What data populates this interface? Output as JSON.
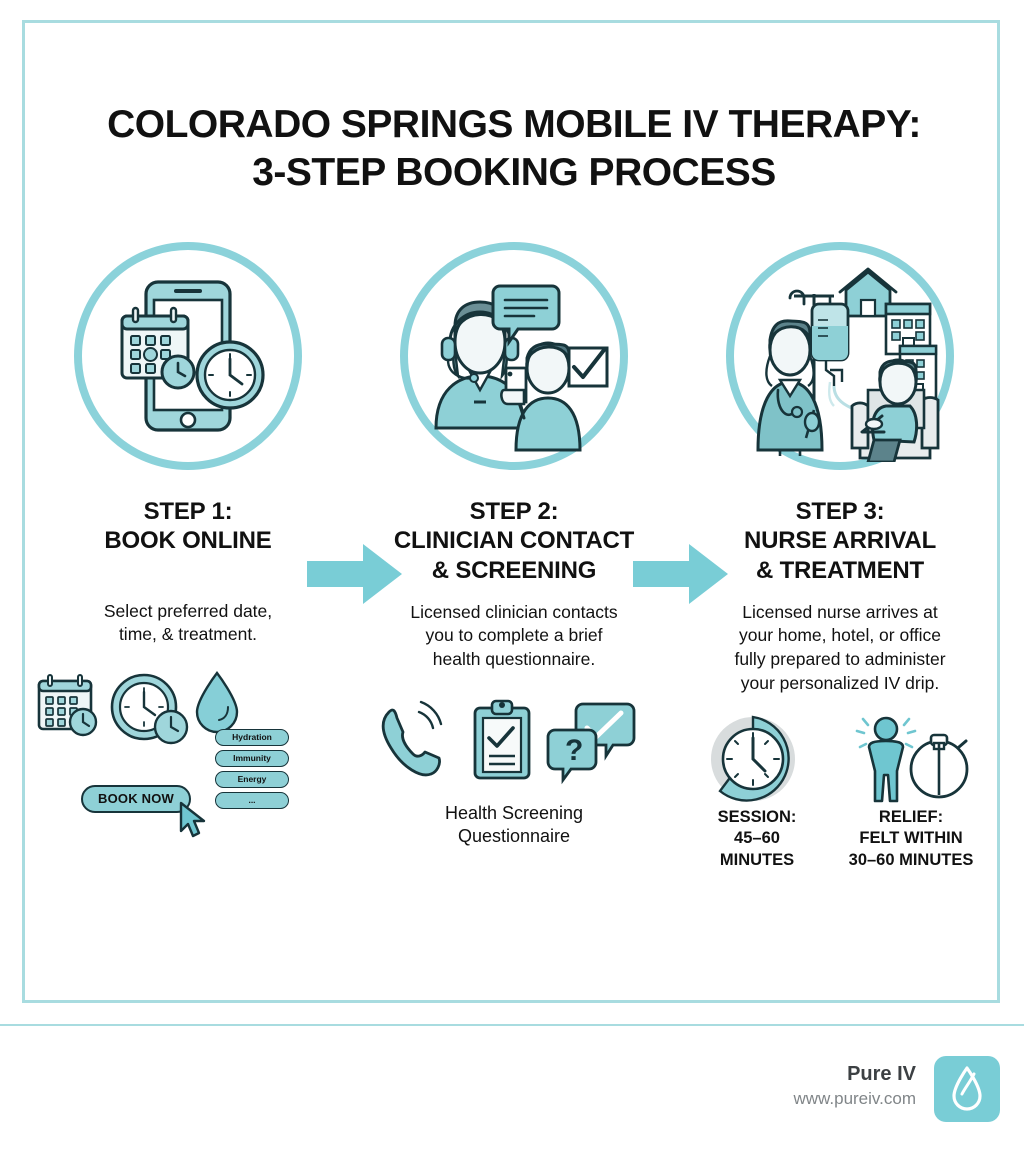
{
  "colors": {
    "teal": "#79cdd6",
    "teal_light": "#a8dce0",
    "teal_mid": "#8ed0d6",
    "ink": "#17343a",
    "text": "#111111",
    "brand_gray": "#3c4043",
    "url_gray": "#808588"
  },
  "title": {
    "line1": "COLORADO SPRINGS MOBILE IV THERAPY:",
    "line2": "3-STEP BOOKING PROCESS"
  },
  "steps": [
    {
      "heading_line1": "STEP 1:",
      "heading_line2": "BOOK ONLINE",
      "heading_line3": "",
      "desc_line1": "Select preferred date,",
      "desc_line2": "time, & treatment.",
      "desc_line3": "",
      "illustration": "phone-calendar-clock",
      "cta_label": "BOOK NOW",
      "treatment_pills": [
        "Hydration",
        "Immunity",
        "Energy",
        "..."
      ]
    },
    {
      "heading_line1": "STEP 2:",
      "heading_line2": "CLINICIAN CONTACT",
      "heading_line3": "& SCREENING",
      "desc_line1": "Licensed clinician contacts",
      "desc_line2": "you to complete a brief",
      "desc_line3": "health questionnaire.",
      "illustration": "clinician-headset-patient-phone",
      "sub_label_line1": "Health Screening",
      "sub_label_line2": "Questionnaire"
    },
    {
      "heading_line1": "STEP 3:",
      "heading_line2": "NURSE ARRIVAL",
      "heading_line3": "& TREATMENT",
      "desc_line1": "Licensed nurse arrives at",
      "desc_line2": "your home, hotel, or office",
      "desc_line3": "fully prepared to administer",
      "desc_line4": "your personalized IV drip.",
      "illustration": "nurse-iv-drip-patient-chair",
      "stats": [
        {
          "label_line1": "SESSION:",
          "label_line2": "45–60",
          "label_line3": "MINUTES",
          "icon": "clock-icon"
        },
        {
          "label_line1": "RELIEF:",
          "label_line2": "FELT WITHIN",
          "label_line3": "30–60 MINUTES",
          "icon": "person-stopwatch-icon"
        }
      ]
    }
  ],
  "footer": {
    "brand_name": "Pure IV",
    "brand_url": "www.pureiv.com",
    "logo_icon": "water-droplet-icon"
  }
}
